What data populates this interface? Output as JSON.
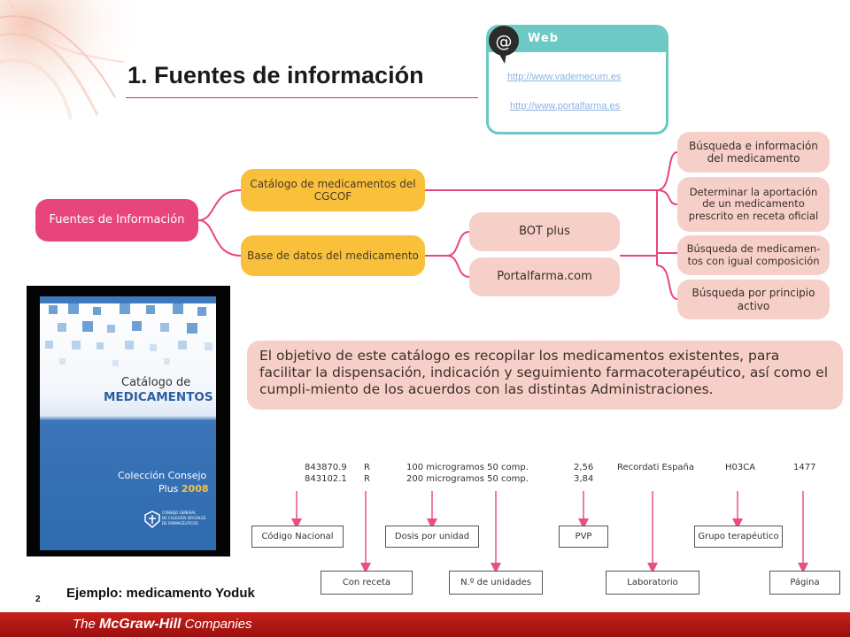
{
  "slide": {
    "title": "1. Fuentes de información",
    "page_number": "2",
    "example_caption": "Ejemplo: medicamento Yoduk"
  },
  "web": {
    "icon_label": "@",
    "header": "Web",
    "links": [
      "http://www.vademecum.es",
      "http://www.portalfarma.es"
    ]
  },
  "diagram": {
    "root": "Fuentes de Información",
    "branches": [
      "Catálogo de medicamentos del CGCOF",
      "Base de datos del medicamento"
    ],
    "databases": [
      "BOT plus",
      "Portalfarma.com"
    ],
    "functions": [
      "Búsqueda e información del medicamento",
      "Determinar la aportación de un medicamento prescrito en receta oficial",
      "Búsqueda de medicamen-tos con igual composición",
      "Búsqueda por principio activo"
    ]
  },
  "objective": "El objetivo de este catálogo es recopilar los medicamentos existentes, para facilitar la dispensación, indicación y seguimiento farmacoterapéutico, así como el cumpli-miento de los acuerdos con las distintas Administraciones.",
  "book": {
    "title_line1": "Catálogo de",
    "title_line2": "MEDICAMENTOS",
    "series_line1": "Colección Consejo",
    "series_line2_prefix": "Plus",
    "series_year": "2008",
    "publisher": [
      "CONSEJO GENERAL",
      "DE COLEGIOS OFICIALES",
      "DE FARMACÉUTICOS"
    ]
  },
  "codes": {
    "values": {
      "national_codes": [
        "843870.9",
        "843102.1"
      ],
      "prescription": [
        "R",
        "R"
      ],
      "doses": [
        "100 microgramos 50 comp.",
        "200 microgramos 50 comp."
      ],
      "prices": [
        "2,56",
        "3,84"
      ],
      "laboratory": "Recordati España",
      "group": "H03CA",
      "page": "1477"
    },
    "labels": {
      "national_code": "Código Nacional",
      "prescription": "Con receta",
      "dose": "Dosis por unidad",
      "units": "N.º de unidades",
      "pvp": "PVP",
      "laboratory": "Laboratorio",
      "group": "Grupo terapéutico",
      "page": "Página"
    }
  },
  "footer": {
    "prefix": "The",
    "brand": "McGraw-Hill",
    "suffix": "Companies"
  },
  "colors": {
    "accent_red": "#c8201c",
    "teal": "#6cc9c3",
    "magenta": "#e8457d",
    "yellow": "#f9c13b",
    "peach": "#f6cfc8",
    "arrow_pink": "#e84f8a"
  }
}
